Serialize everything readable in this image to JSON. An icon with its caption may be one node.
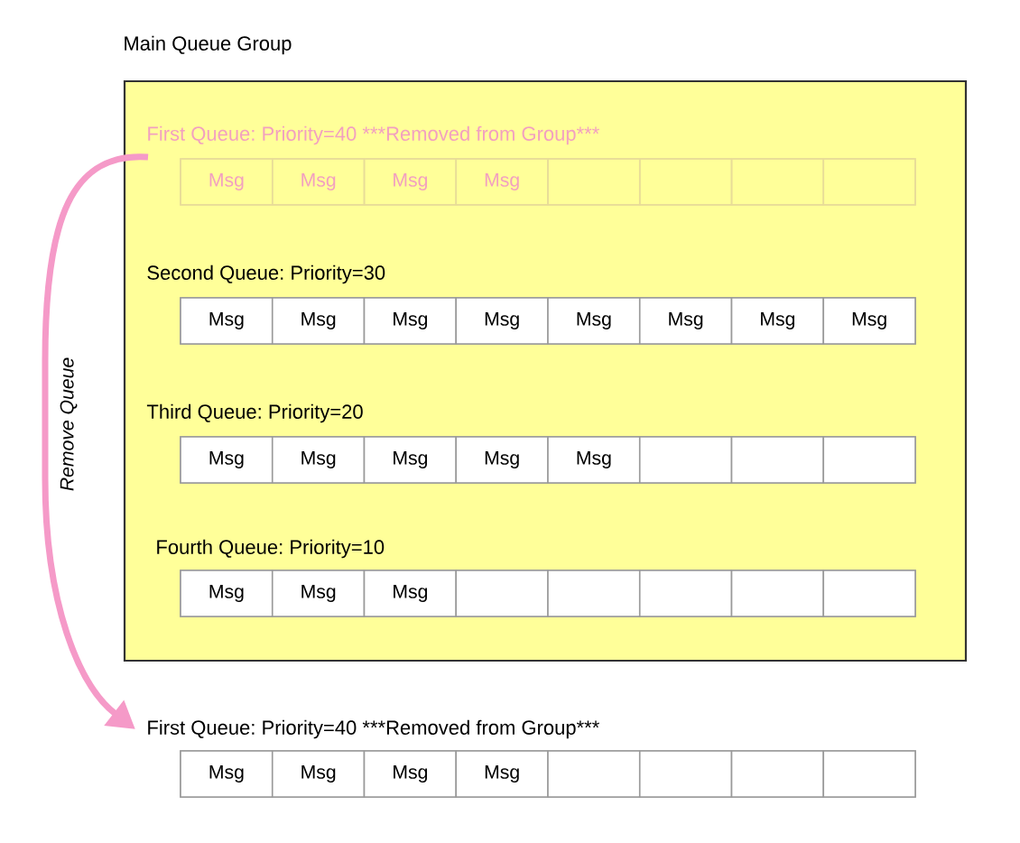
{
  "diagram": {
    "nodes": [
      {
        "text": [
          "Main Queue Group"
        ]
      },
      {
        "text": [
          "First Queue: Priority=40 ***Removed from Group***"
        ],
        "in": 0
      },
      {
        "text": [
          "Msg"
        ],
        "in": 1
      },
      {
        "text": [
          "Msg"
        ],
        "in": 1
      },
      {
        "text": [
          "Msg"
        ],
        "in": 1
      },
      {
        "text": [
          "Msg"
        ],
        "in": 1
      },
      {
        "text": [],
        "shape": "box",
        "in": 1
      },
      {
        "text": [],
        "shape": "box",
        "in": 1
      },
      {
        "text": [],
        "shape": "box",
        "in": 1
      },
      {
        "text": [],
        "shape": "box",
        "in": 1
      },
      {
        "text": [
          "Second Queue: Priority=30"
        ],
        "in": 0
      },
      {
        "text": [
          "Msg"
        ],
        "in": 10
      },
      {
        "text": [
          "Msg"
        ],
        "in": 10
      },
      {
        "text": [
          "Msg"
        ],
        "in": 10
      },
      {
        "text": [
          "Msg"
        ],
        "in": 10
      },
      {
        "text": [
          "Msg"
        ],
        "in": 10
      },
      {
        "text": [
          "Msg"
        ],
        "in": 10
      },
      {
        "text": [
          "Msg"
        ],
        "in": 10
      },
      {
        "text": [
          "Msg"
        ],
        "in": 10
      },
      {
        "text": [
          "Third Queue: Priority=20"
        ],
        "in": 0
      },
      {
        "text": [
          "Msg"
        ],
        "in": 19
      },
      {
        "text": [
          "Msg"
        ],
        "in": 19
      },
      {
        "text": [
          "Msg"
        ],
        "in": 19
      },
      {
        "text": [
          "Msg"
        ],
        "in": 19
      },
      {
        "text": [
          "Msg"
        ],
        "in": 19
      },
      {
        "text": [],
        "shape": "box",
        "in": 19
      },
      {
        "text": [],
        "shape": "box",
        "in": 19
      },
      {
        "text": [],
        "shape": "box",
        "in": 19
      },
      {
        "text": [
          "Fourth Queue: Priority=10"
        ],
        "in": 0
      },
      {
        "text": [
          "Msg"
        ],
        "in": 28
      },
      {
        "text": [
          "Msg"
        ],
        "in": 28
      },
      {
        "text": [
          "Msg"
        ],
        "in": 28
      },
      {
        "text": [],
        "shape": "box",
        "in": 28
      },
      {
        "text": [],
        "shape": "box",
        "in": 28
      },
      {
        "text": [],
        "shape": "box",
        "in": 28
      },
      {
        "text": [],
        "shape": "box",
        "in": 28
      },
      {
        "text": [],
        "shape": "box",
        "in": 28
      },
      {
        "text": [
          "First Queue: Priority=40 ***Removed from Group***"
        ]
      },
      {
        "text": [
          "Msg"
        ],
        "in": 37
      },
      {
        "text": [
          "Msg"
        ],
        "in": 37
      },
      {
        "text": [
          "Msg"
        ],
        "in": 37
      },
      {
        "text": [
          "Msg"
        ],
        "in": 37
      },
      {
        "text": [],
        "shape": "box",
        "in": 37
      },
      {
        "text": [],
        "shape": "box",
        "in": 37
      },
      {
        "text": [],
        "shape": "box",
        "in": 37
      },
      {
        "text": [],
        "shape": "box",
        "in": 37
      }
    ],
    "edges": [
      {
        "from": 1,
        "to": 37,
        "arrow": "to",
        "label": "Remove Queue",
        "color": "#f59ac8"
      }
    ]
  }
}
